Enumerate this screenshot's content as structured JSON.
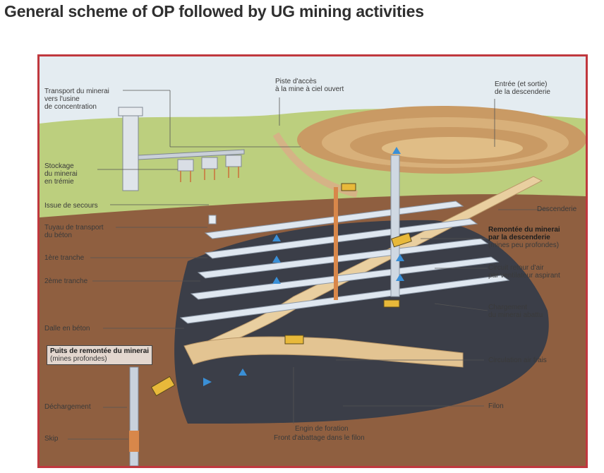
{
  "title": "General scheme of OP followed by UG mining activities",
  "labels": {
    "transport": [
      "Transport du minerai",
      "vers l'usine",
      "de concentration"
    ],
    "piste": [
      "Piste d'accès",
      "à la mine à ciel ouvert"
    ],
    "entree": [
      "Entrée (et sortie)",
      "de la descenderie"
    ],
    "stockage": [
      "Stockage",
      "du minerai",
      "en trémie"
    ],
    "issue": "Issue de secours",
    "tuyau": [
      "Tuyau de transport",
      "du béton"
    ],
    "tranche1": "1ère tranche",
    "tranche2": "2ème tranche",
    "dalle": "Dalle en béton",
    "puits_title": "Puits de remontée du minerai",
    "puits_sub": "(mines profondes)",
    "dechargement": "Déchargement",
    "skip": "Skip",
    "descenderie": "Descenderie",
    "remontee_title": [
      "Remontée du minerai",
      "par la descenderie"
    ],
    "remontee_sub": "(mines peu profondes)",
    "circuit": [
      "Circuit retour d'air",
      "par ventilateur aspirant"
    ],
    "chargement": [
      "Chargement",
      "du minerai abattu"
    ],
    "circulation": "Circulation air frais",
    "filon": "Filon",
    "engin": "Engin de foration",
    "front": "Front d'abattage dans le filon"
  },
  "colors": {
    "frame": "#c0383e",
    "sky": "#dfe8ee",
    "grass": "#b9cf7a",
    "soil": "#8a5a3c",
    "rock": "#3c3f48",
    "ramp": "#e9cfa0",
    "slab": "#dfe7f0",
    "pipe": "#d8874a",
    "air": "#3a8fd6"
  }
}
